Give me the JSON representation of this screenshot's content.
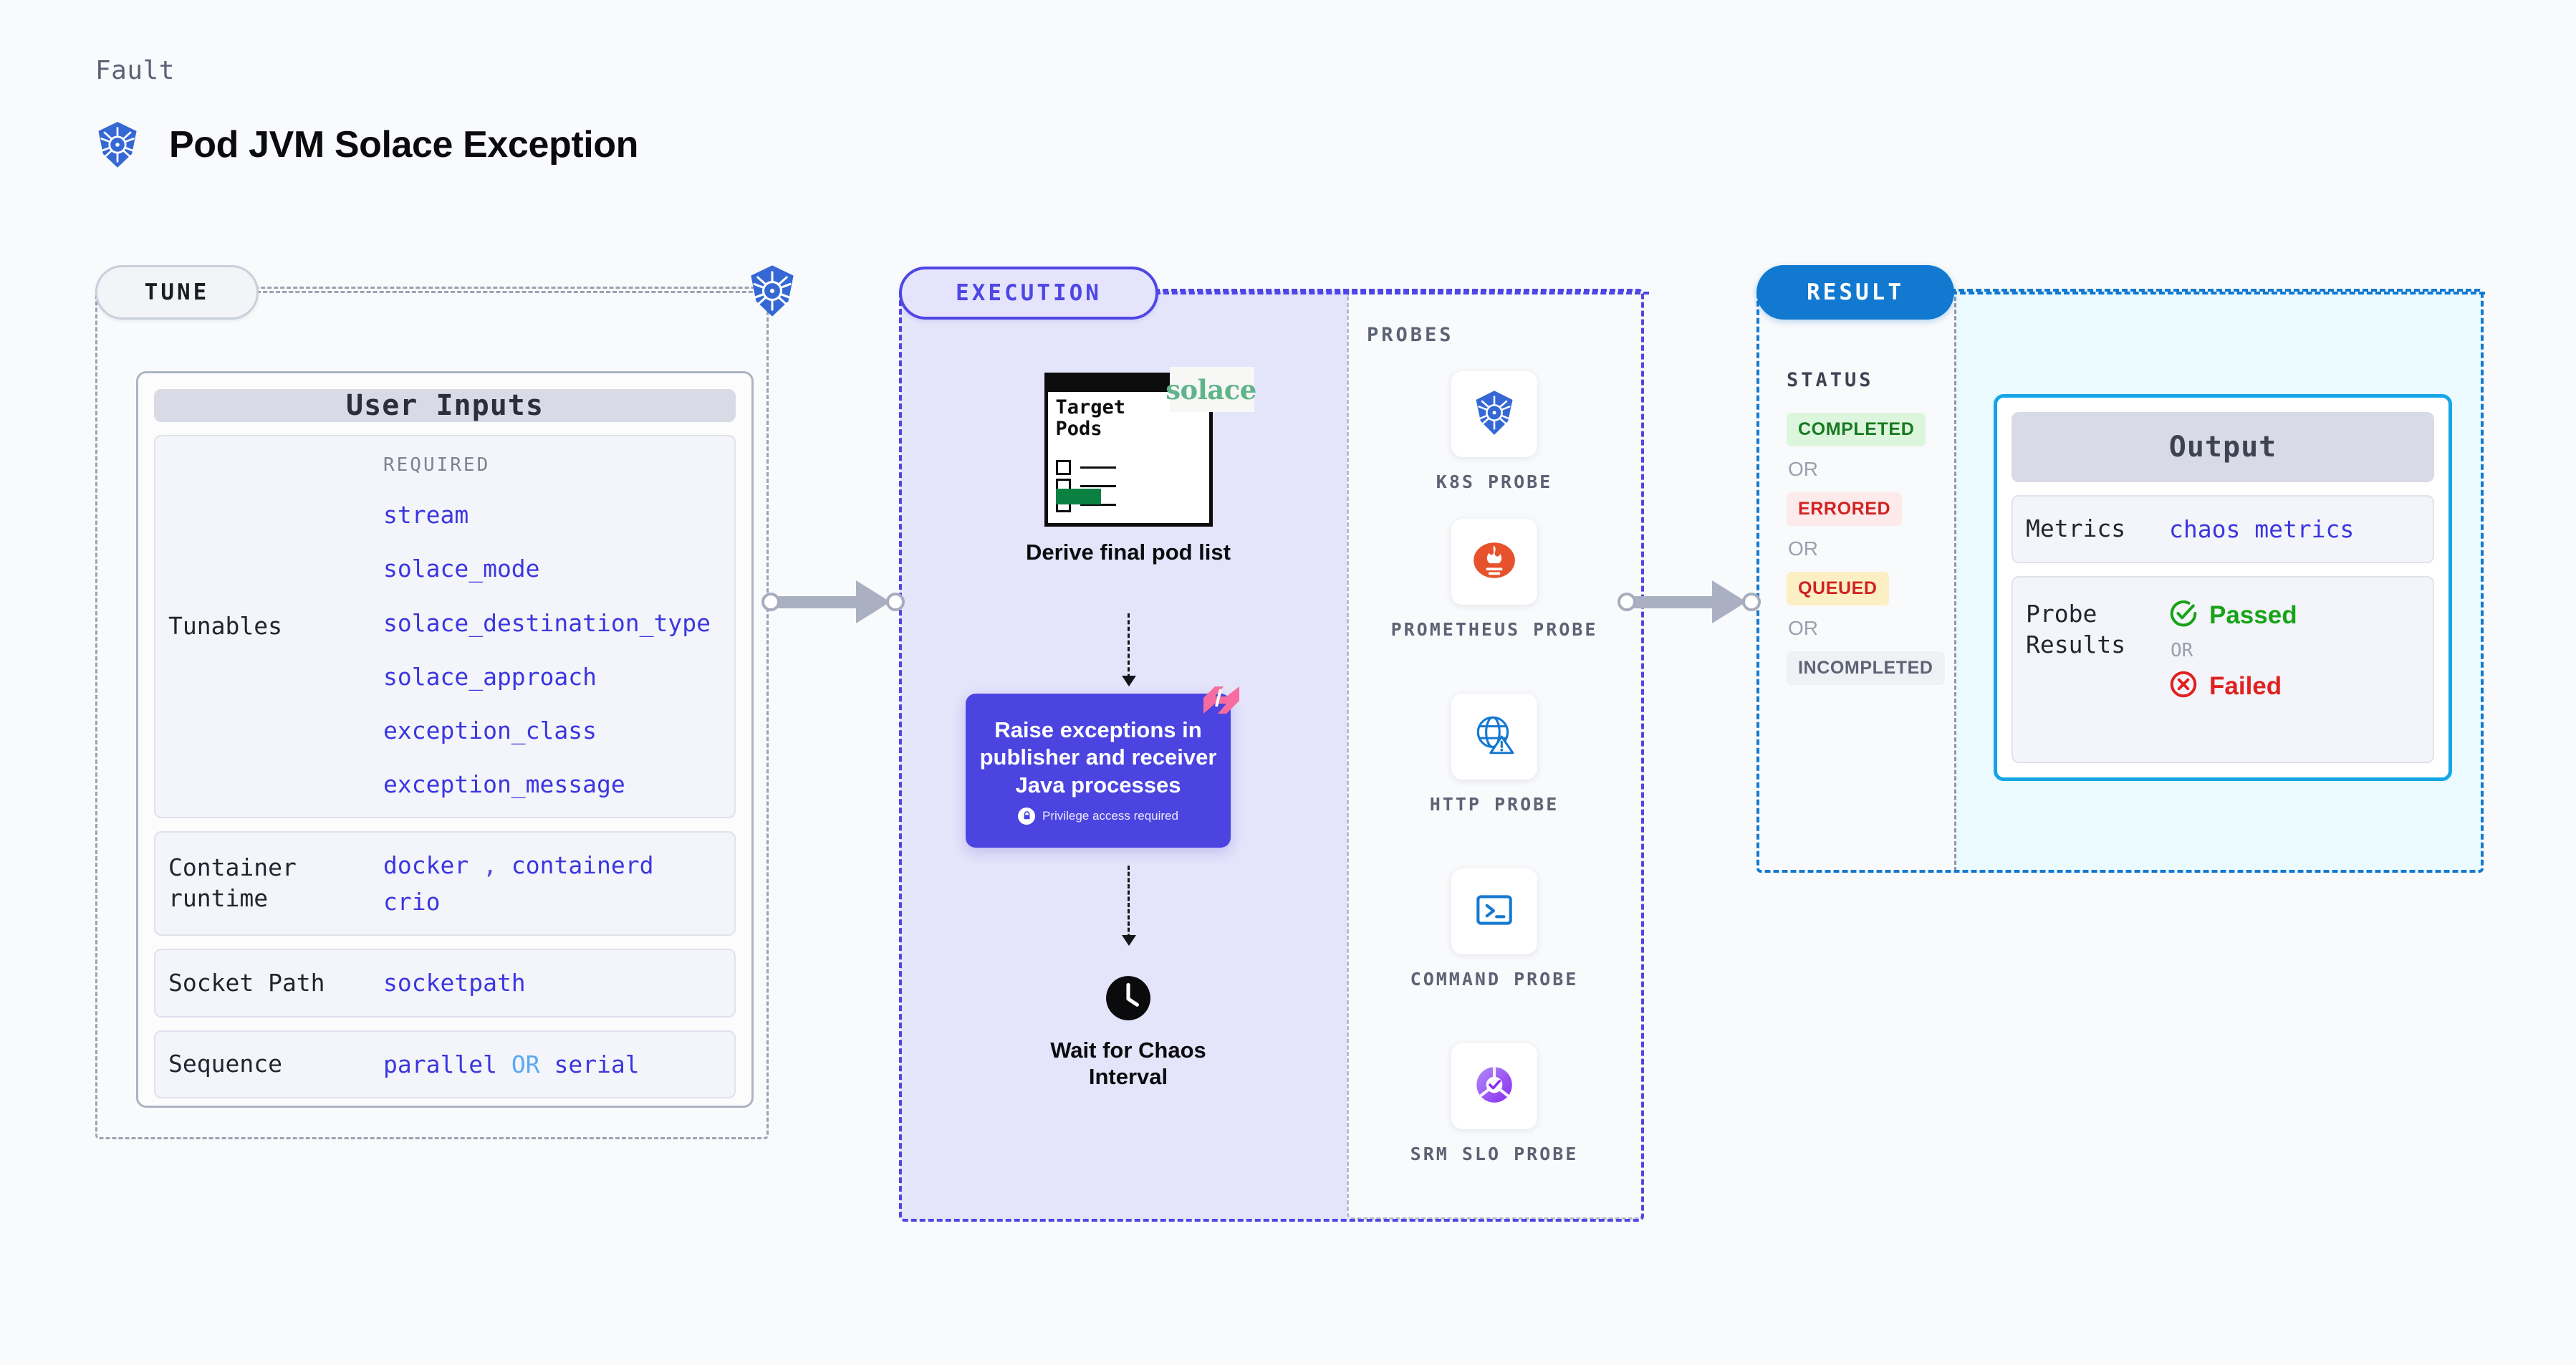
{
  "header": {
    "eyebrow": "Fault",
    "title": "Pod JVM Solace Exception",
    "icon": "kubernetes-icon"
  },
  "tune": {
    "pill_label": "TUNE",
    "node_icon": "kubernetes-icon",
    "card_title": "User Inputs",
    "rows": [
      {
        "key": "Tunables",
        "required_label": "REQUIRED",
        "values": [
          "stream",
          "solace_mode",
          "solace_destination_type",
          "solace_approach",
          "exception_class",
          "exception_message"
        ]
      },
      {
        "key": "Container runtime",
        "values_line1": "docker",
        "separator": ",",
        "values_line1b": "containerd",
        "values_line2": "crio"
      },
      {
        "key": "Socket Path",
        "value": "socketpath"
      },
      {
        "key": "Sequence",
        "value_a": "parallel",
        "or": "OR",
        "value_b": "serial"
      }
    ]
  },
  "execution": {
    "pill_label": "EXECUTION",
    "pods_card": {
      "title_line1": "Target",
      "title_line2": "Pods",
      "vendor_logo": "solace",
      "caption": "Derive final pod list"
    },
    "chaos_card": {
      "text": "Raise exceptions in publisher and receiver Java processes",
      "privilege_note": "Privilege access required",
      "lock_icon": "lock-icon",
      "flag_icon": "litmus-chaos-icon"
    },
    "wait_step": {
      "icon": "clock-icon",
      "caption_line1": "Wait for Chaos",
      "caption_line2": "Interval"
    },
    "probes": {
      "title": "PROBES",
      "items": [
        {
          "label": "K8S PROBE",
          "icon": "kubernetes-icon"
        },
        {
          "label": "PROMETHEUS PROBE",
          "icon": "prometheus-icon"
        },
        {
          "label": "HTTP PROBE",
          "icon": "globe-warning-icon"
        },
        {
          "label": "COMMAND PROBE",
          "icon": "terminal-icon"
        },
        {
          "label": "SRM SLO PROBE",
          "icon": "srm-slo-icon"
        }
      ]
    }
  },
  "result": {
    "pill_label": "RESULT",
    "status_title": "STATUS",
    "or_label": "OR",
    "statuses": [
      {
        "label": "COMPLETED",
        "tone": "completed"
      },
      {
        "label": "ERRORED",
        "tone": "errored"
      },
      {
        "label": "QUEUED",
        "tone": "queued"
      },
      {
        "label": "INCOMPLETED",
        "tone": "incompleted"
      }
    ],
    "output": {
      "title": "Output",
      "metrics_key": "Metrics",
      "metrics_value": "chaos metrics",
      "probe_results_key": "Probe Results",
      "passed_label": "Passed",
      "failed_label": "Failed",
      "or_label": "OR",
      "passed_icon": "check-circle-icon",
      "failed_icon": "x-circle-icon"
    }
  },
  "colors": {
    "k8s_blue": "#3568d4",
    "execution_purple": "#4f46e5",
    "result_blue": "#1279d1",
    "output_cyan": "#14a5e8",
    "code_indigo": "#3b36e0",
    "pass_green": "#18a318",
    "fail_red": "#e02020",
    "solace_green": "#5fb48a"
  }
}
